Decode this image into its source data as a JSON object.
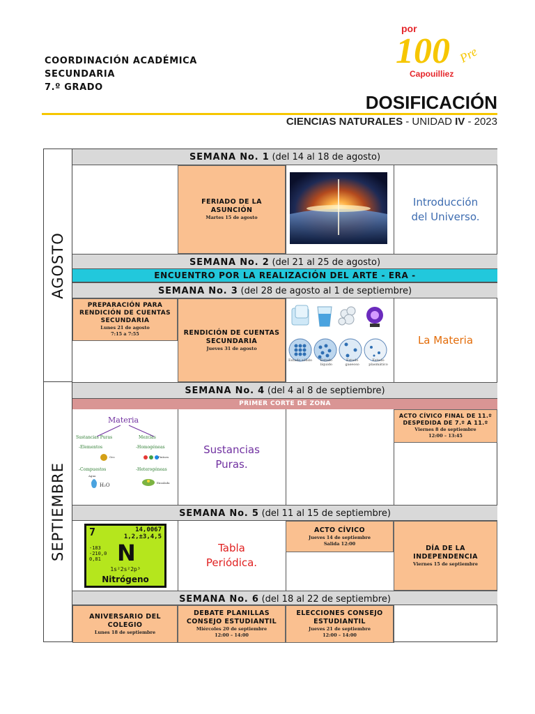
{
  "header": {
    "org_line1": "COORDINACIÓN ACADÉMICA",
    "org_line2": "SECUNDARIA",
    "org_line3": "7.º GRADO",
    "title": "DOSIFICACIÓN",
    "subject": "CIENCIAS NATURALES",
    "sep1": " - ",
    "unit_word": "UNIDAD ",
    "unit_num": "IV",
    "sep2": " - ",
    "year": "2023",
    "logo": {
      "por": "por",
      "hundred": "100",
      "pre": "Pre",
      "brand": "Capouilliez",
      "color_red": "#e5252a",
      "color_yellow": "#f6c600"
    }
  },
  "months": {
    "august": "AGOSTO",
    "september": "SEPTIEMBRE"
  },
  "weeks": {
    "w1": {
      "label": "SEMANA No. 1",
      "range": "(del 14 al 18 de agosto)"
    },
    "w2": {
      "label": "SEMANA No. 2",
      "range": "(del 21 al 25 de agosto)"
    },
    "w3": {
      "label": "SEMANA No. 3",
      "range": "(del 28 de agosto al 1 de septiembre)"
    },
    "w4": {
      "label": "SEMANA No. 4",
      "range": "(del 4 al 8 de septiembre)"
    },
    "w5": {
      "label": "SEMANA No. 5",
      "range": "(del 11 al 15 de septiembre)"
    },
    "w6": {
      "label": "SEMANA No. 6",
      "range": "(del 18 al 22 de septiembre)"
    }
  },
  "banners": {
    "era": "ENCUENTRO POR LA REALIZACIÓN DEL ARTE - ERA -",
    "corte": "PRIMER CORTE DE ZONA"
  },
  "events": {
    "asuncion": {
      "title": "FERIADO DE LA ASUNCIÓN",
      "detail": "Martes 15 de agosto"
    },
    "prep": {
      "title": "PREPARACIÓN PARA RENDICIÓN DE CUENTAS SECUNDARIA",
      "detail1": "Lunes 21 de agosto",
      "detail2": "7:15 a 7:55"
    },
    "rendicion": {
      "title": "RENDICIÓN DE CUENTAS SECUNDARIA",
      "detail": "Jueves 31 de agosto"
    },
    "acto_final": {
      "title": "ACTO CÍVICO FINAL DE 11.º DESPEDIDA DE 7.º A 11.º",
      "detail1": "Viernes 8 de septiembre",
      "detail2": "12:00 – 13:45"
    },
    "acto_civico": {
      "title": "ACTO CÍVICO",
      "detail1": "Jueves 14 de septiembre",
      "detail2": "Salida 12:00"
    },
    "independencia": {
      "title": "DÍA DE LA INDEPENDENCIA",
      "detail": "Viernes 15 de septiembre"
    },
    "aniversario": {
      "title": "ANIVERSARIO DEL COLEGIO",
      "detail": "Lunes 18 de septiembre"
    },
    "debate": {
      "title": "DEBATE PLANILLAS CONSEJO ESTUDIANTIL",
      "detail1": "Miércoles 20 de septiembre",
      "detail2": "12:00 – 14:00"
    },
    "elecciones": {
      "title": "ELECCIONES CONSEJO ESTUDIANTIL",
      "detail1": "Jueves 21 de septiembre",
      "detail2": "12:00 – 14:00"
    }
  },
  "topics": {
    "universo": {
      "text": "Introducción del Universo.",
      "color": "#3d6cb0"
    },
    "materia": {
      "text": "La Materia",
      "color": "#e36c09"
    },
    "sustancias": {
      "text": "Sustancias Puras.",
      "color": "#7030a0"
    },
    "tabla": {
      "text": "Tabla Periódica.",
      "color": "#e02020"
    }
  },
  "states_image": {
    "labels": [
      "Estado sólido",
      "Estado líquido",
      "Estado gaseoso",
      "Estado plasmático"
    ]
  },
  "materia_diagram": {
    "root": "Materia",
    "left": "Sustancias Puras",
    "right": "Mezclas",
    "l1": "-Elementos",
    "l1_ex": "Oro",
    "l2": "-Compuestos",
    "l2_ex": "Agua",
    "l2_formula": "H₂O",
    "r1": "-Homogéneas",
    "r1_ex": "Pintura",
    "r2": "-Heterogéneas",
    "r2_ex": "Ensalada"
  },
  "element_card": {
    "number": "7",
    "mass": "14,0067",
    "oxidation": "1,2,±3,4,5",
    "left1": "-183",
    "left2": "-210,0",
    "left3": "0,81",
    "symbol": "N",
    "config": "1s²2s²2p³",
    "name": "Nitrógeno"
  }
}
